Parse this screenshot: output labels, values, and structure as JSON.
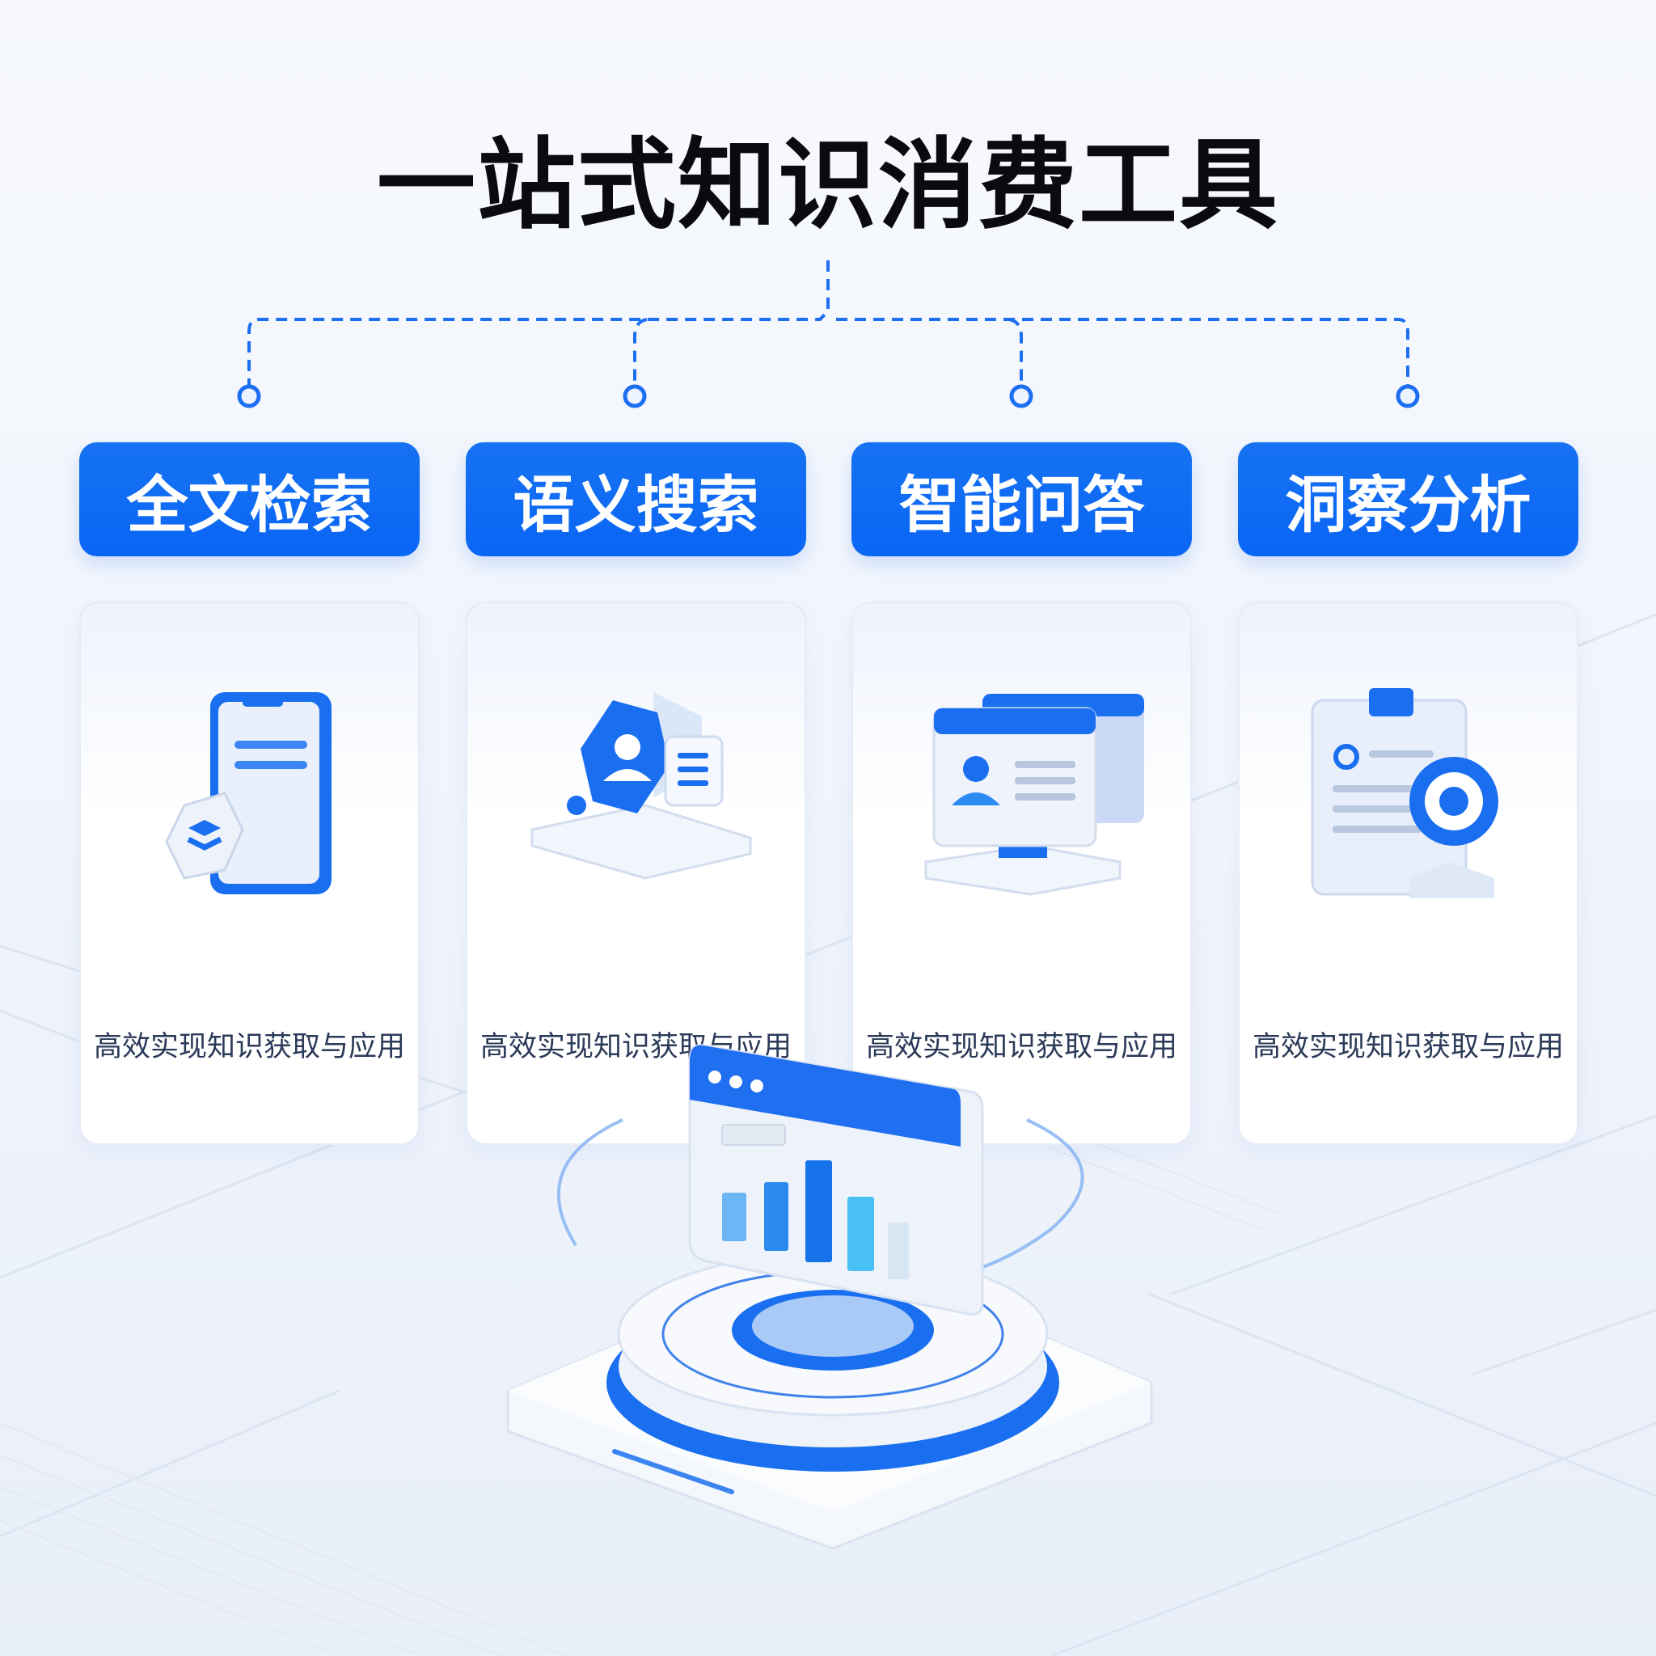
{
  "title": "一站式知识消费工具",
  "features": [
    {
      "label": "全文检索",
      "description": "高效实现知识获取与应用",
      "icon": "mobile-document-icon"
    },
    {
      "label": "语义搜索",
      "description": "高效实现知识获取与应用",
      "icon": "user-hexagon-icon"
    },
    {
      "label": "智能问答",
      "description": "高效实现知识获取与应用",
      "icon": "monitor-profile-icon"
    },
    {
      "label": "洞察分析",
      "description": "高效实现知识获取与应用",
      "icon": "clipboard-target-icon"
    }
  ],
  "colors": {
    "accent": "#0a66f5",
    "title": "#0b0b0f",
    "text": "#2b3a58",
    "background": "#f1f5fc"
  }
}
